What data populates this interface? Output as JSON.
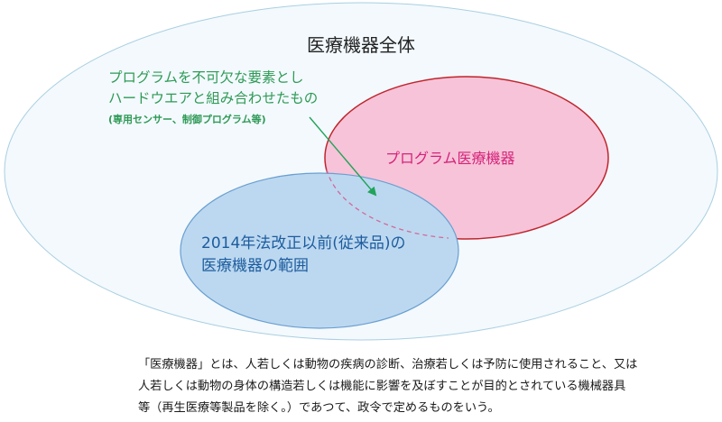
{
  "diagram": {
    "title": "医療機器全体",
    "outer_set": {
      "label": "医療機器全体",
      "fill": "#f3f9fd",
      "stroke": "#a9cfe0"
    },
    "program_set": {
      "label": "プログラム医療機器",
      "fill": "#f7c3d8",
      "stroke": "#c0242c",
      "text_color": "#d4237a"
    },
    "legacy_set": {
      "line1": "2014年法改正以前(従来品)の",
      "line2": "医療機器の範囲",
      "fill": "#bcd8f0",
      "stroke": "#6a9fd0",
      "text_color": "#1d5c9e"
    },
    "annotation": {
      "line1": "プログラムを不可欠な要素とし",
      "line2": "ハードウエアと組み合わせたもの",
      "line3": "(専用センサー、制御プログラム等)",
      "color": "#2e9a56"
    },
    "dashed_boundary_color": "#d06a9a"
  },
  "caption": {
    "line1": "「医療機器」とは、人若しくは動物の疾病の診断、治療若しくは予防に使用されること、又は",
    "line2": "人若しくは動物の身体の構造若しくは機能に影響を及ぼすことが目的とされている機械器具",
    "line3": "等（再生医療等製品を除く。）であつて、政令で定めるものをいう。"
  }
}
